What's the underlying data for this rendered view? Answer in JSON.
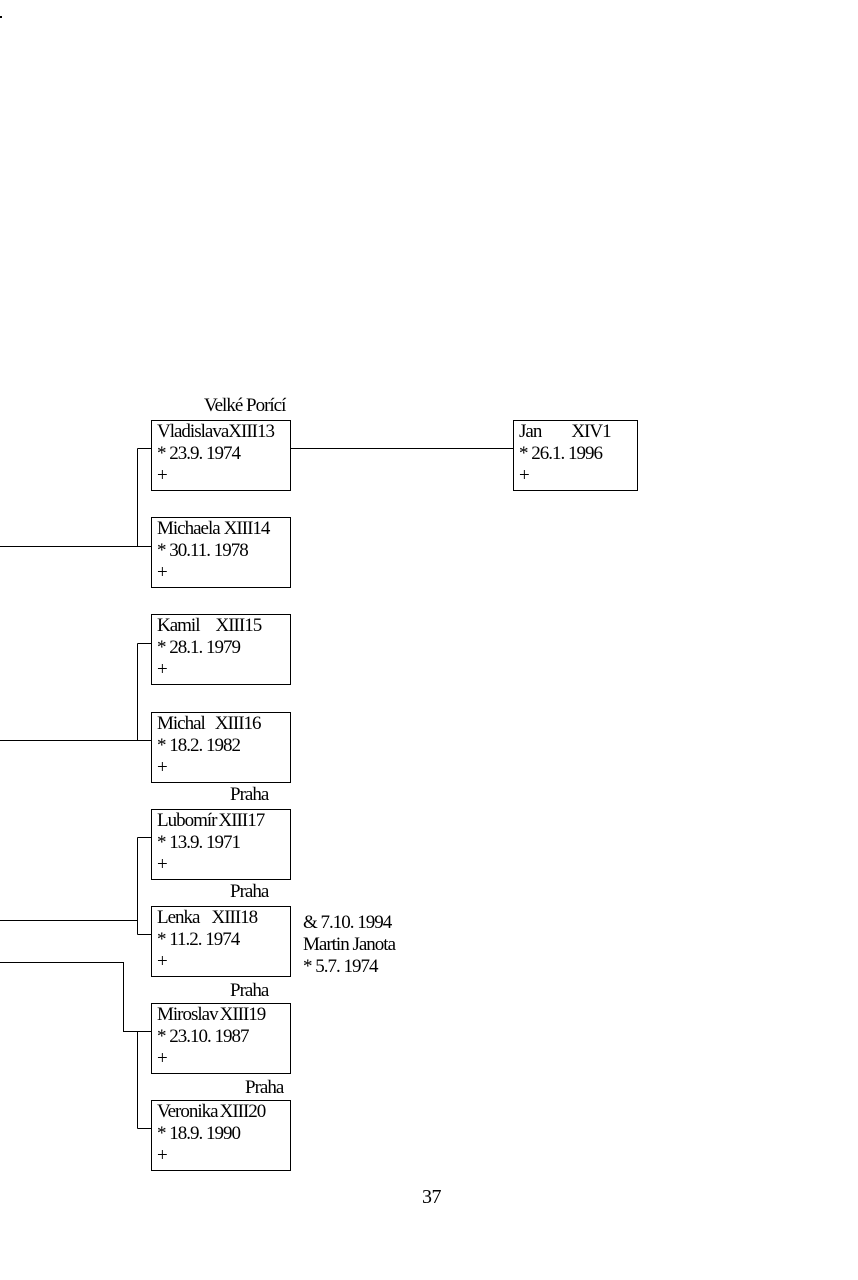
{
  "people": [
    {
      "id": "p13",
      "name": "Vladislava",
      "code": "XIII13",
      "birth": "* 23.9. 1974",
      "death": "+",
      "place": "Velké Porící"
    },
    {
      "id": "p14",
      "name": "Michaela",
      "code": "XIII14",
      "birth": "* 30.11. 1978",
      "death": "+",
      "place": ""
    },
    {
      "id": "p15",
      "name": "Kamil",
      "code": "XIII15",
      "birth": "* 28.1. 1979",
      "death": "+",
      "place": ""
    },
    {
      "id": "p16",
      "name": "Michal",
      "code": "XIII16",
      "birth": "* 18.2. 1982",
      "death": "+",
      "place": ""
    },
    {
      "id": "p17",
      "name": "Lubomír",
      "code": "XIII17",
      "birth": "* 13.9. 1971",
      "death": "+",
      "place": "Praha"
    },
    {
      "id": "p18",
      "name": "Lenka",
      "code": "XIII18",
      "birth": "* 11.2. 1974",
      "death": "+",
      "place": "Praha"
    },
    {
      "id": "p19",
      "name": "Miroslav",
      "code": "XIII19",
      "birth": "* 23.10. 1987",
      "death": "+",
      "place": "Praha"
    },
    {
      "id": "p20",
      "name": "Veronika",
      "code": "XIII20",
      "birth": "* 18.9. 1990",
      "death": "+",
      "place": "Praha"
    },
    {
      "id": "c1",
      "name": "Jan",
      "code": "XIV1",
      "birth": "* 26.1. 1996",
      "death": "+",
      "place": ""
    }
  ],
  "spouse_note": {
    "marriage": "& 7.10. 1994",
    "name": "Martin Janota",
    "birth": "* 5.7. 1974"
  },
  "page_number": "37"
}
